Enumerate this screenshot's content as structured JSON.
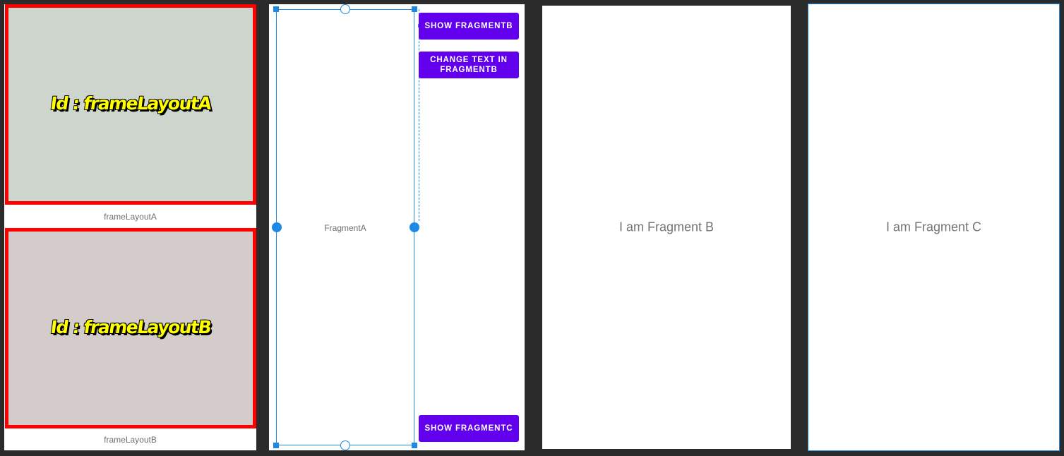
{
  "panel1": {
    "frame_a": {
      "id_text": "Id : frameLayoutA",
      "caption": "frameLayoutA"
    },
    "frame_b": {
      "id_text": "Id : frameLayoutB",
      "caption": "frameLayoutB"
    }
  },
  "panel2": {
    "fragment_label": "FragmentA",
    "buttons": {
      "show_fragment_b": "SHOW FRAGMENTB",
      "change_text": "CHANGE TEXT IN FRAGMENTB",
      "show_fragment_c": "SHOW FRAGMENTC"
    }
  },
  "panel3": {
    "text": "I am Fragment B"
  },
  "panel4": {
    "text": "I am Fragment C"
  },
  "colors": {
    "button": "#6200ee",
    "frame_border": "#ff0000",
    "frame_a_bg": "#cdd5cd",
    "frame_b_bg": "#d4cccb",
    "selection": "#1e88e5",
    "id_text": "#ffff00"
  }
}
